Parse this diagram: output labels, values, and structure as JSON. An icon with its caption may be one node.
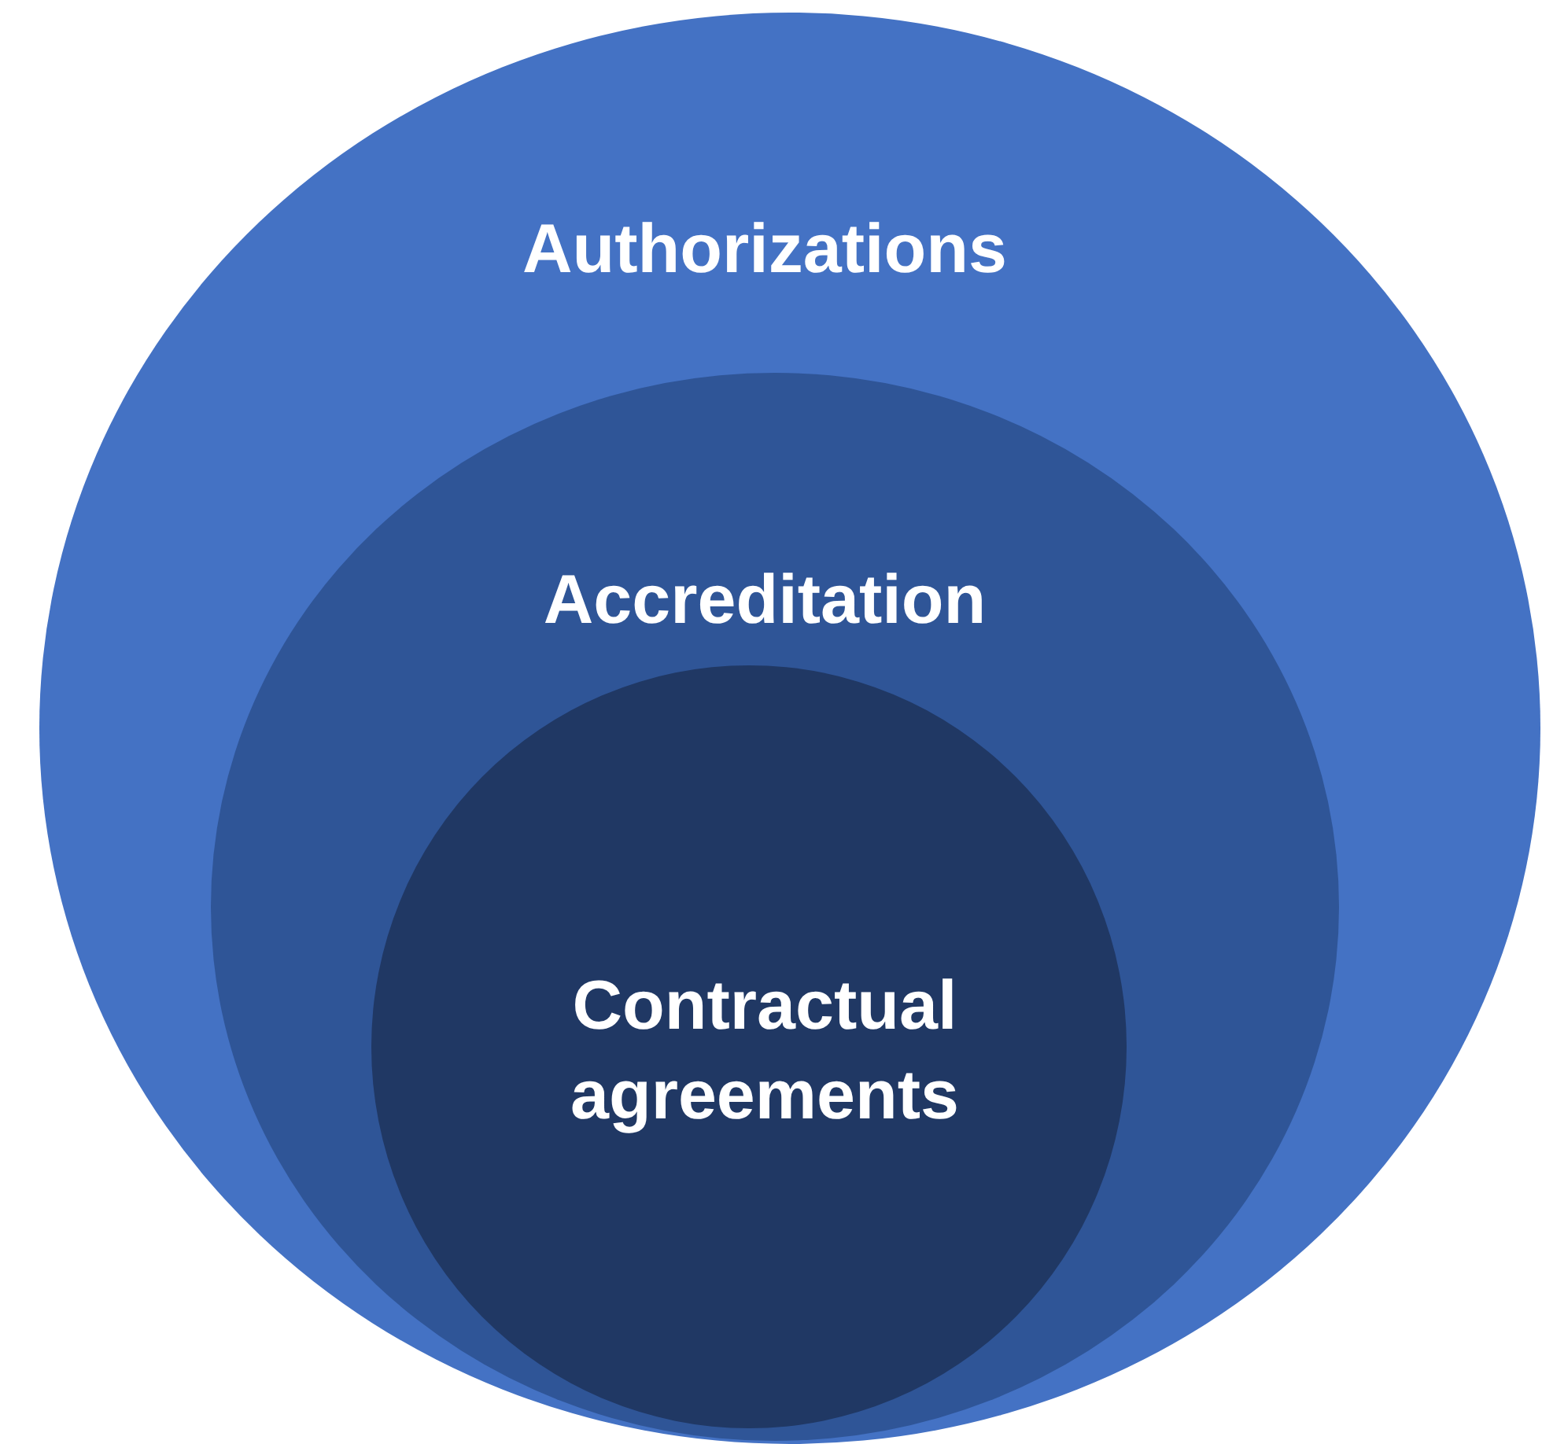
{
  "diagram": {
    "nodes": [
      {
        "text": [
          "Authorizations"
        ]
      },
      {
        "text": [
          "Accreditation"
        ],
        "in": 0
      },
      {
        "text": [
          "Contractual agreements"
        ],
        "in": 1
      }
    ]
  }
}
